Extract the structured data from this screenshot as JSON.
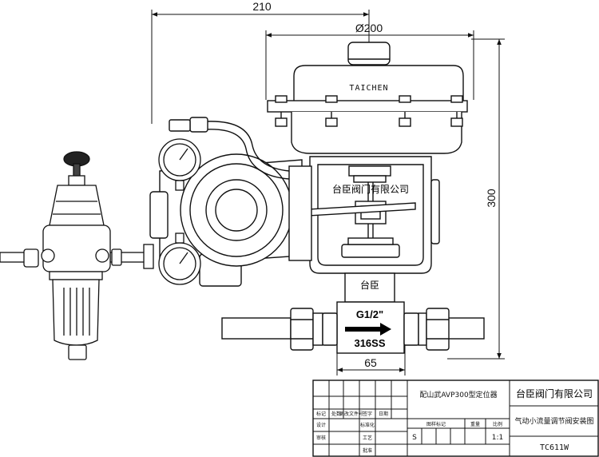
{
  "dimensions": {
    "width_210": "210",
    "diameter_200": "Ø200",
    "height_300": "300",
    "width_65": "65"
  },
  "labels": {
    "brand": "TAICHEN",
    "company_on_body": "台臣阀门有限公司",
    "body_mark": "台臣",
    "port_size": "G1/2\"",
    "material": "316SS"
  },
  "title_block": {
    "positioner_note": "配山武AVP300型定位器",
    "company": "台臣阀门有限公司",
    "drawing_title": "气动小流量调节阀安装图",
    "drawing_code": "TC611W",
    "scale_value": "1:1",
    "stage_mark": "S",
    "headers": {
      "mark": "标记",
      "count": "处数",
      "doc_no": "更改文件号",
      "signature": "签字",
      "date": "日期",
      "design": "设计",
      "standardize": "标准化",
      "check": "审核",
      "process": "工艺",
      "approve": "批准",
      "stage_mark_label": "图样标记",
      "weight": "重量",
      "scale": "比例"
    }
  }
}
